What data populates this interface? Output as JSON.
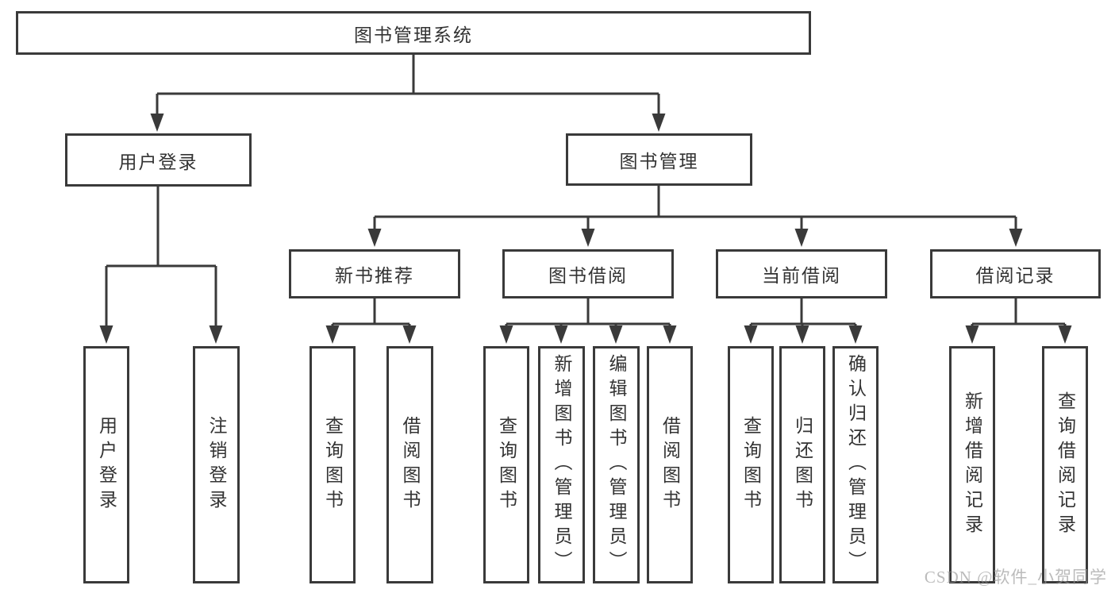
{
  "tree": {
    "label": "图书管理系统",
    "children": [
      {
        "label": "用户登录",
        "children": [
          {
            "label": "用户登录"
          },
          {
            "label": "注销登录"
          }
        ]
      },
      {
        "label": "图书管理",
        "children": [
          {
            "label": "新书推荐",
            "children": [
              {
                "label": "查询图书"
              },
              {
                "label": "借阅图书"
              }
            ]
          },
          {
            "label": "图书借阅",
            "children": [
              {
                "label": "查询图书"
              },
              {
                "label": "新增图书（管理员）"
              },
              {
                "label": "编辑图书（管理员）"
              },
              {
                "label": "借阅图书"
              }
            ]
          },
          {
            "label": "当前借阅",
            "children": [
              {
                "label": "查询图书"
              },
              {
                "label": "归还图书"
              },
              {
                "label": "确认归还（管理员）"
              }
            ]
          },
          {
            "label": "借阅记录",
            "children": [
              {
                "label": "新增借阅记录"
              },
              {
                "label": "查询借阅记录"
              }
            ]
          }
        ]
      }
    ]
  },
  "watermark": {
    "text": "CSDN @软件_小贺同学"
  },
  "style": {
    "line_color": "#3a3a3a",
    "text_color": "#333333",
    "watermark_color": "#a9a9a9",
    "background": "#ffffff"
  }
}
